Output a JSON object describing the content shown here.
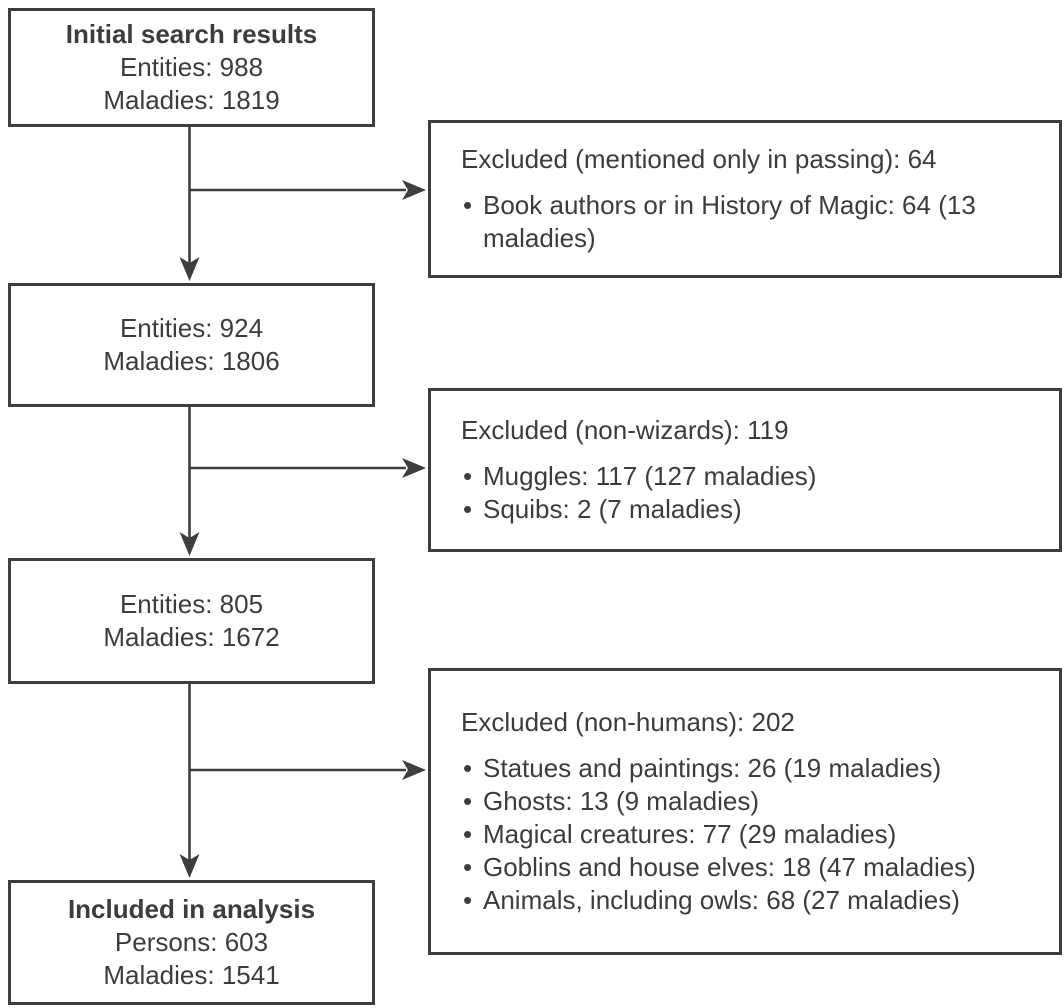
{
  "diagram": {
    "title_implied": "Entity screening flow",
    "colors": {
      "line": "#3e3e3e",
      "text": "#3c3c3c",
      "background": "#ffffff"
    },
    "left_boxes": [
      {
        "title": "Initial search results",
        "line1": "Entities: 988",
        "line2": "Maladies: 1819"
      },
      {
        "line1": "Entities: 924",
        "line2": "Maladies: 1806"
      },
      {
        "line1": "Entities: 805",
        "line2": "Maladies: 1672"
      },
      {
        "title": "Included in analysis",
        "line1": "Persons: 603",
        "line2": "Maladies: 1541"
      }
    ],
    "right_boxes": [
      {
        "title": "Excluded (mentioned only in passing): 64",
        "bullets": [
          "Book authors or in History of Magic: 64 (13 maladies)"
        ]
      },
      {
        "title": "Excluded (non-wizards): 119",
        "bullets": [
          "Muggles: 117 (127 maladies)",
          "Squibs: 2 (7 maladies)"
        ]
      },
      {
        "title": "Excluded (non-humans): 202",
        "bullets": [
          "Statues and paintings: 26 (19 maladies)",
          "Ghosts: 13 (9 maladies)",
          "Magical creatures: 77 (29 maladies)",
          "Goblins and house elves: 18 (47 maladies)",
          "Animals, including owls: 68 (27 maladies)"
        ]
      }
    ]
  }
}
